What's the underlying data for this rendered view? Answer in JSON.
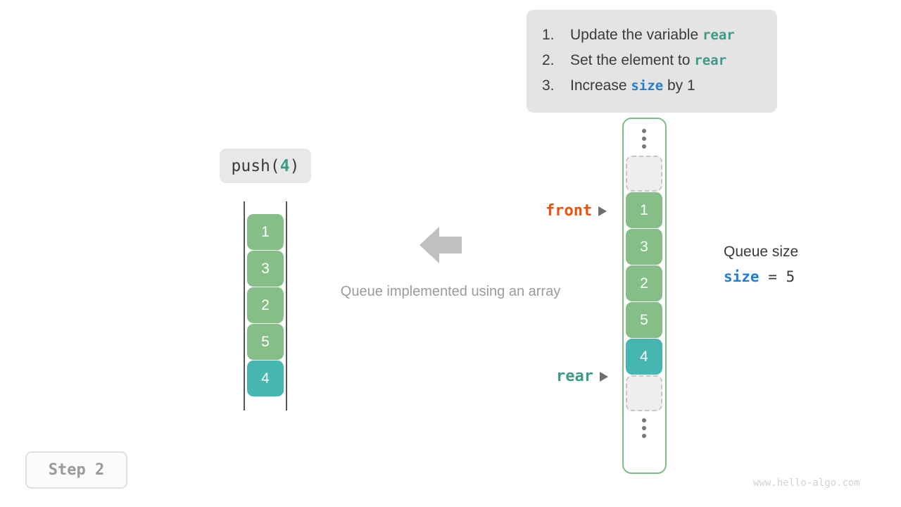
{
  "instructions": {
    "steps": [
      {
        "num": "1.",
        "before": "Update the variable ",
        "code": "rear",
        "code_color": "teal",
        "after": ""
      },
      {
        "num": "2.",
        "before": "Set the element to ",
        "code": "rear",
        "code_color": "teal",
        "after": ""
      },
      {
        "num": "3.",
        "before": "Increase ",
        "code": "size",
        "code_color": "blue",
        "after": " by 1"
      }
    ]
  },
  "operation": {
    "name": "push(",
    "arg": "4",
    "close": ")"
  },
  "left_array": {
    "label": "logical-queue",
    "cells": [
      {
        "value": "1",
        "style": "green"
      },
      {
        "value": "3",
        "style": "green"
      },
      {
        "value": "2",
        "style": "green"
      },
      {
        "value": "5",
        "style": "green"
      },
      {
        "value": "4",
        "style": "teal"
      }
    ]
  },
  "right_array": {
    "label": "backing-array",
    "top_ellipsis": "vertical-ellipsis",
    "bottom_ellipsis": "vertical-ellipsis",
    "cells": [
      {
        "value": "",
        "style": "empty"
      },
      {
        "value": "1",
        "style": "green"
      },
      {
        "value": "3",
        "style": "green"
      },
      {
        "value": "2",
        "style": "green"
      },
      {
        "value": "5",
        "style": "green"
      },
      {
        "value": "4",
        "style": "teal"
      },
      {
        "value": "",
        "style": "empty"
      }
    ]
  },
  "pointers": {
    "front": "front",
    "rear": "rear"
  },
  "caption": "Queue implemented using an array",
  "queue_size": {
    "title": "Queue size",
    "variable": "size",
    "equals": " = ",
    "value": "5"
  },
  "step_badge": "Step 2",
  "watermark": "www.hello-algo.com",
  "colors": {
    "green": "#85bf87",
    "teal": "#45b7b0",
    "front_orange": "#e8540c",
    "rear_teal": "#3a9b88",
    "size_blue": "#1f7fd4",
    "container_green": "#7cbf84",
    "box_gray": "#e4e4e4",
    "arrow_gray": "#c0c0c0"
  }
}
